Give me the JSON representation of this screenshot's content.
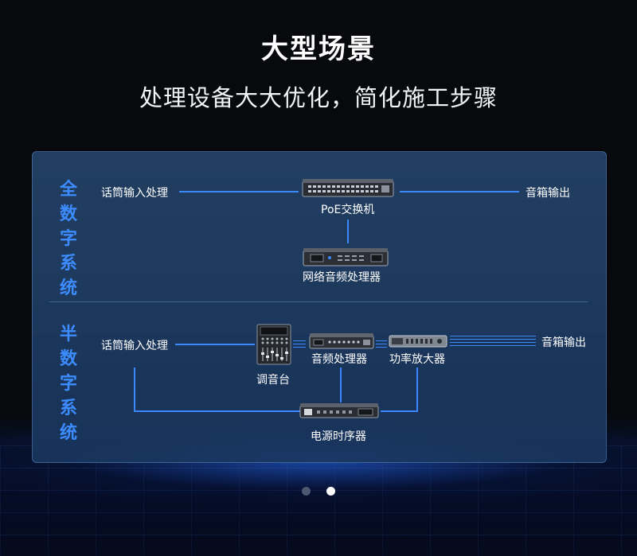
{
  "title": "大型场景",
  "subtitle": "处理设备大大优化，简化施工步骤",
  "full_digital": {
    "section_label": "全数字系统",
    "mic_input": "话筒输入处理",
    "switch": "PoE交换机",
    "speaker_output": "音箱输出",
    "network_processor": "网络音频处理器"
  },
  "semi_digital": {
    "section_label": "半数字系统",
    "mic_input": "话筒输入处理",
    "mixer": "调音台",
    "audio_processor": "音频处理器",
    "amplifier": "功率放大器",
    "speaker_output": "音箱输出",
    "power_sequencer": "电源时序器"
  },
  "pagination": {
    "total": 2,
    "active": 2
  },
  "colors": {
    "accent": "#3b88ff",
    "label": "#3d8cff",
    "panel": "#223f66"
  }
}
